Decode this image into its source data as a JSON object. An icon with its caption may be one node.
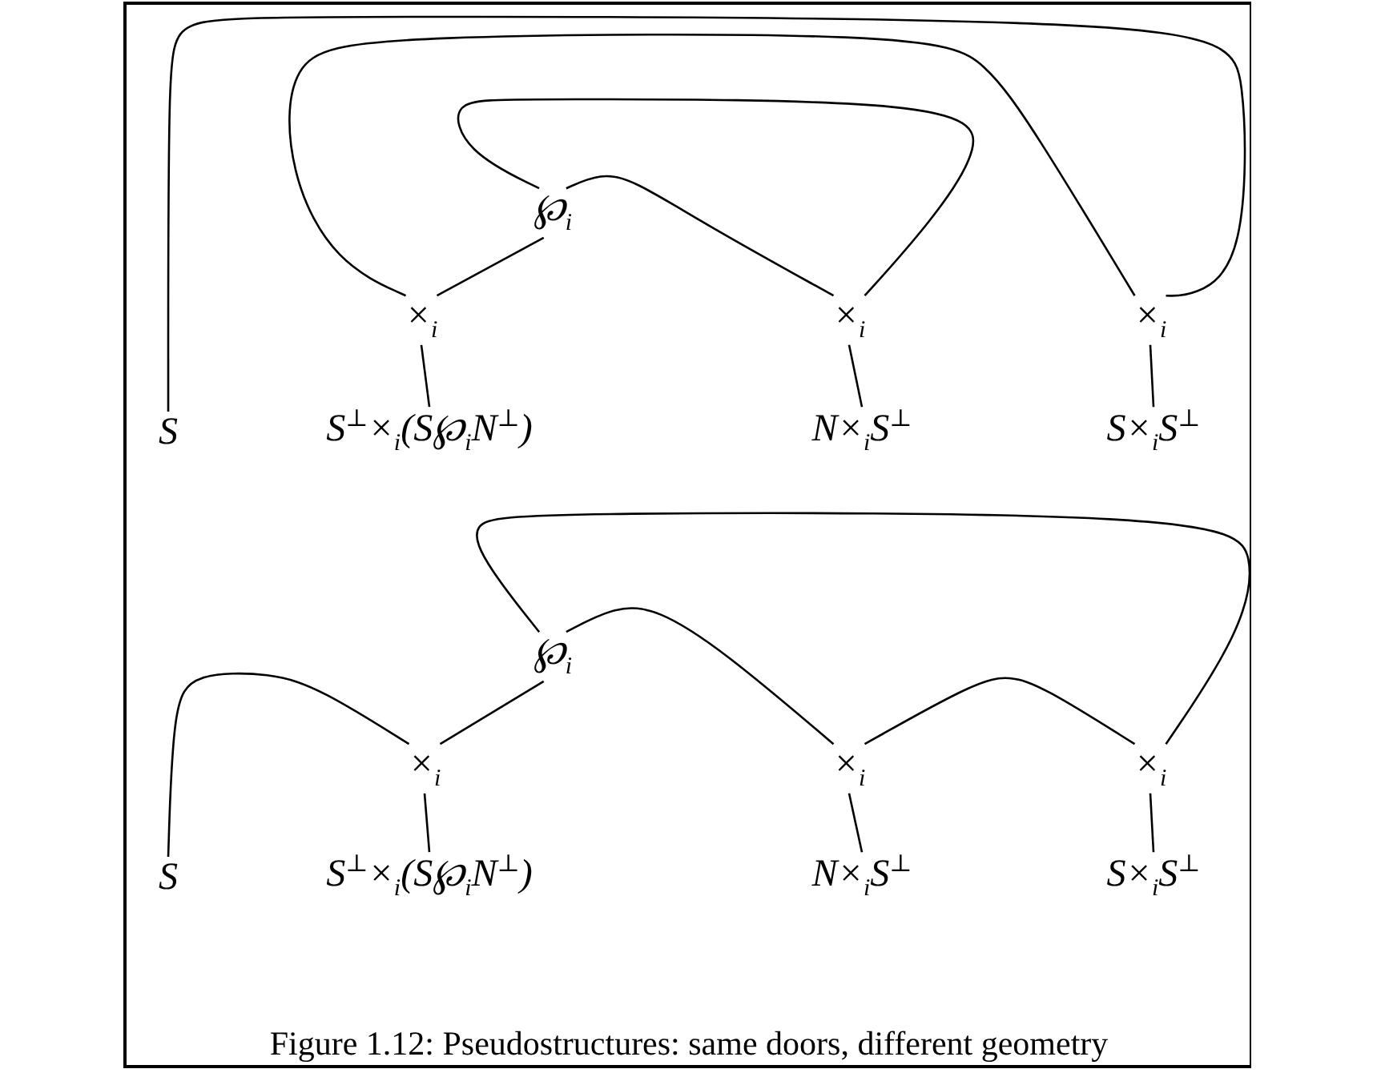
{
  "diagram": {
    "caption": "Figure 1.12: Pseudostructures: same doors, different geometry",
    "nodes": [
      {
        "text": [
          "℘$_{i}$"
        ]
      },
      {
        "text": [
          "×$_{i}$"
        ]
      },
      {
        "text": [
          "×$_{i}$"
        ]
      },
      {
        "text": [
          "×$_{i}$"
        ]
      },
      {
        "text": [
          "S"
        ]
      },
      {
        "text": [
          "S$^{⊥}$×$_{i}$(S℘$_{i}$N$^{⊥}$)"
        ]
      },
      {
        "text": [
          "N×$_{i}$S$^{⊥}$"
        ]
      },
      {
        "text": [
          "S×$_{i}$S$^{⊥}$"
        ]
      },
      {
        "text": [
          "℘$_{i}$"
        ]
      },
      {
        "text": [
          "×$_{i}$"
        ]
      },
      {
        "text": [
          "×$_{i}$"
        ]
      },
      {
        "text": [
          "×$_{i}$"
        ]
      },
      {
        "text": [
          "S"
        ]
      },
      {
        "text": [
          "S$^{⊥}$×$_{i}$(S℘$_{i}$N$^{⊥}$)"
        ]
      },
      {
        "text": [
          "N×$_{i}$S$^{⊥}$"
        ]
      },
      {
        "text": [
          "S×$_{i}$S$^{⊥}$"
        ]
      }
    ],
    "edges": [
      {
        "from": 4,
        "to": 3,
        "arrow": "none"
      },
      {
        "from": 1,
        "to": 3,
        "arrow": "none"
      },
      {
        "from": 0,
        "to": 2,
        "arrow": "none"
      },
      {
        "from": 0,
        "to": 2,
        "arrow": "none"
      },
      {
        "from": 1,
        "to": 0,
        "arrow": "none"
      },
      {
        "from": 1,
        "to": 5,
        "arrow": "none"
      },
      {
        "from": 2,
        "to": 6,
        "arrow": "none"
      },
      {
        "from": 3,
        "to": 7,
        "arrow": "none"
      },
      {
        "from": 12,
        "to": 9,
        "arrow": "none"
      },
      {
        "from": 9,
        "to": 8,
        "arrow": "none"
      },
      {
        "from": 8,
        "to": 10,
        "arrow": "none"
      },
      {
        "from": 8,
        "to": 11,
        "arrow": "none"
      },
      {
        "from": 10,
        "to": 11,
        "arrow": "none"
      },
      {
        "from": 9,
        "to": 13,
        "arrow": "none"
      },
      {
        "from": 10,
        "to": 14,
        "arrow": "none"
      },
      {
        "from": 11,
        "to": 15,
        "arrow": "none"
      }
    ]
  }
}
